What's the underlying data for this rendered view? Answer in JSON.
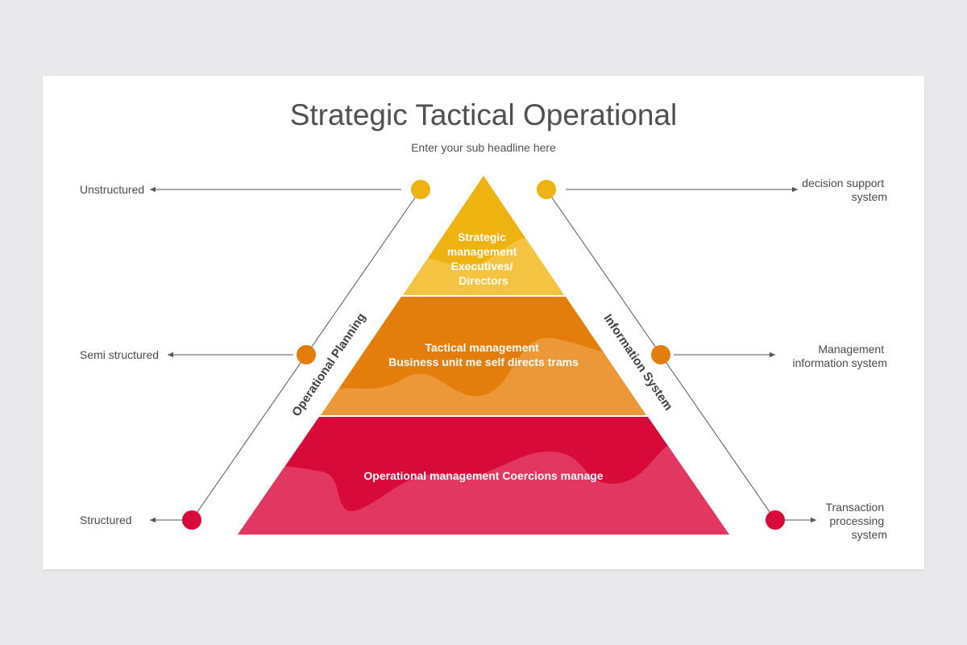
{
  "title": "Strategic Tactical Operational",
  "subtitle": "Enter your sub headline here",
  "colors": {
    "yellow": "#eeb211",
    "orange": "#e37d0b",
    "red": "#d80a39",
    "text_dark": "#4a4a4a",
    "line": "#555555",
    "background": "#e9e8ea"
  },
  "pyramid": {
    "levels": [
      {
        "lines": [
          "Strategic",
          "management",
          "Executives/",
          "Directors"
        ]
      },
      {
        "lines": [
          "Tactical management",
          "Business unit me self directs trams"
        ]
      },
      {
        "lines": [
          "Operational management Coercions manage"
        ]
      }
    ]
  },
  "left_side": {
    "diagonal_label": "Operational Planning",
    "items": [
      {
        "label": "Unstructured"
      },
      {
        "label": "Semi structured"
      },
      {
        "label": "Structured"
      }
    ]
  },
  "right_side": {
    "diagonal_label": "Information System",
    "items": [
      {
        "lines": [
          "decision support",
          "system"
        ]
      },
      {
        "lines": [
          "Management",
          "information system"
        ]
      },
      {
        "lines": [
          "Transaction",
          "processing",
          "system"
        ]
      }
    ]
  }
}
